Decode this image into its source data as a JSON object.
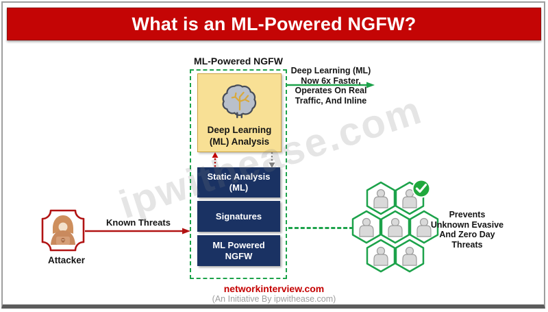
{
  "title": "What is an ML-Powered NGFW?",
  "watermark": "ipwithease.com",
  "firewall": {
    "label": "ML-Powered NGFW",
    "deep_learning": {
      "line1": "Deep Learning",
      "line2": "(ML) Analysis"
    },
    "layers": [
      "Static Analysis (ML)",
      "Signatures"
    ],
    "ml_powered": {
      "line1": "ML Powered",
      "line2": "NGFW"
    }
  },
  "annotations": {
    "speed_note": {
      "line1": "Deep Learning (ML)",
      "line2": "Now 6x Faster,",
      "line3": "Operates On Real",
      "line4": "Traffic, And Inline"
    },
    "prevention_note": {
      "line1": "Prevents",
      "line2": "Unknown Evasive",
      "line3": "And Zero Day",
      "line4": "Threats"
    },
    "known_threats": "Known Threats"
  },
  "attacker": {
    "label": "Attacker"
  },
  "footer": {
    "site": "networkinterview.com",
    "initiative": "(An Initiative By ipwithease.com)"
  },
  "icons": {
    "deep_learning": "brain-icon",
    "attacker": "hooded-hacker-icon",
    "endpoint": "user-icon",
    "verified": "check-icon"
  },
  "colors": {
    "banner_red": "#C40505",
    "navy": "#1A3263",
    "green": "#1CA24A",
    "arrow_red": "#B11313",
    "yellow_fill": "#F8E095",
    "yellow_border": "#C9A243",
    "site_red": "#C40000",
    "muted_gray": "#9E9E9E"
  }
}
